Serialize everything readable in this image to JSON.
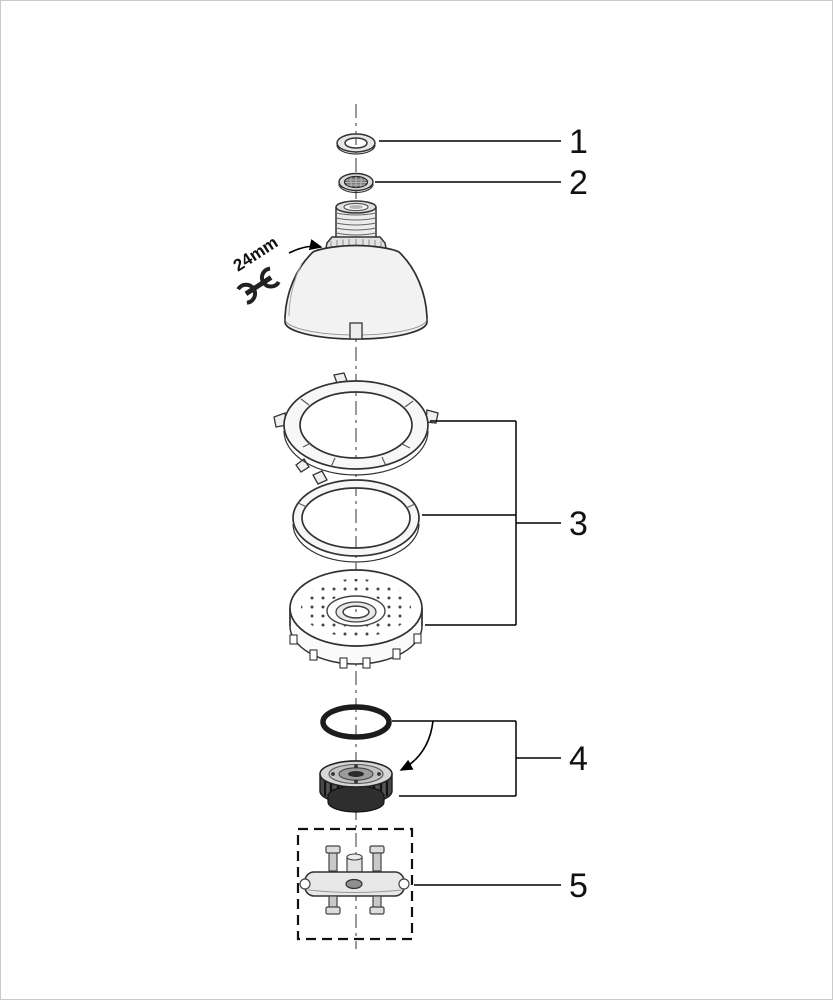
{
  "figure": {
    "type": "exploded-parts-diagram",
    "background_color": "#ffffff",
    "line_color": "#000000",
    "annotations": {
      "wrench_size": "24mm"
    },
    "callouts": [
      {
        "label": "1"
      },
      {
        "label": "2"
      },
      {
        "label": "3"
      },
      {
        "label": "4"
      },
      {
        "label": "5"
      }
    ]
  }
}
